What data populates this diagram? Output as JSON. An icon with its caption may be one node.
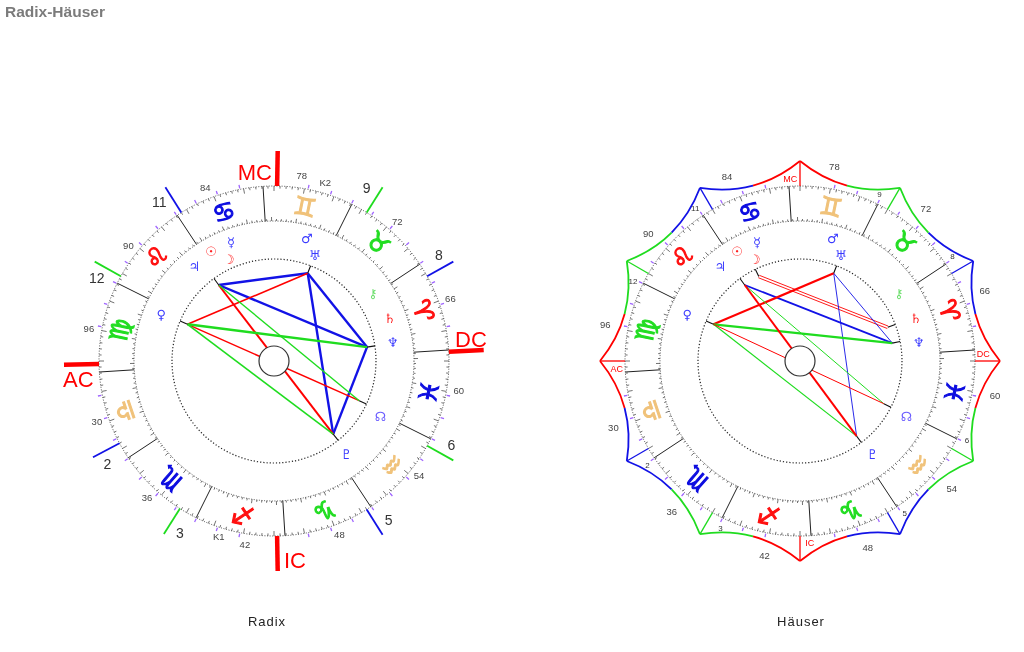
{
  "diagram": {
    "title": "Radix-Häuser",
    "labels": [
      "MC",
      "84",
      "78",
      "K2",
      "11",
      "9",
      "♋",
      "♊",
      "72",
      "90",
      "☉",
      "☿",
      "♂",
      "♃",
      "♅",
      "☽",
      "12",
      "♌",
      "♉",
      "8",
      "⚷",
      "66",
      "♀",
      "♈",
      "♄",
      "96",
      "♍",
      "♆",
      "DC",
      "AC",
      "♓",
      "60",
      "☊",
      "♎",
      "30",
      "2",
      "♇",
      "6",
      "♒",
      "♏",
      "54",
      "36",
      "♑",
      "5",
      "♐",
      "3",
      "K1",
      "42",
      "48",
      "IC",
      "84",
      "MC",
      "78",
      "11",
      "9",
      "♋",
      "♊",
      "72",
      "90",
      "☉",
      "☿",
      "♂",
      "♃",
      "♅",
      "☽",
      "12",
      "♌",
      "♉",
      "8",
      "⚷",
      "66",
      "♀",
      "♈",
      "♄",
      "96",
      "♍",
      "♆",
      "DC",
      "AC",
      "♓",
      "60",
      "☊",
      "♎",
      "30",
      "2",
      "♇",
      "6",
      "♒",
      "♏",
      "54",
      "36",
      "♑",
      "5",
      "♐",
      "3",
      "48",
      "42",
      "IC",
      "Radix",
      "Häuser"
    ]
  }
}
